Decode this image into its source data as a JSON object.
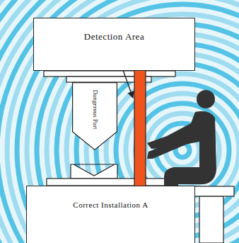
{
  "diagram": {
    "nodes": [
      {
        "text": [
          "Detection Area"
        ]
      },
      {
        "text": [
          "Dangerous Part"
        ]
      },
      {
        "text": [
          "Correct Installation A"
        ]
      }
    ]
  }
}
